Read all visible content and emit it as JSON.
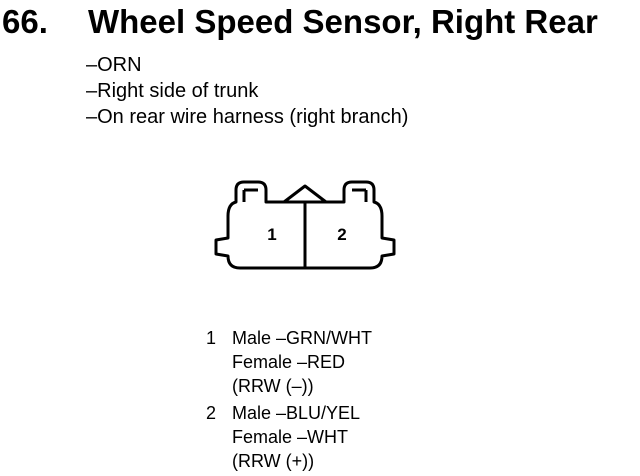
{
  "heading": {
    "number": "66.",
    "title": "Wheel Speed Sensor, Right Rear"
  },
  "details": [
    "ORN",
    "Right side of trunk",
    "On rear wire harness (right branch)"
  ],
  "connector": {
    "pin_labels": [
      "1",
      "2"
    ]
  },
  "pins": [
    {
      "number": "1",
      "male_label": "Male",
      "male_wire": "GRN/WHT",
      "female_label": "Female",
      "female_wire": "RED",
      "circuit": "RRW (–)"
    },
    {
      "number": "2",
      "male_label": "Male",
      "male_wire": "BLU/YEL",
      "female_label": "Female",
      "female_wire": "WHT",
      "circuit": "RRW (+)"
    }
  ]
}
